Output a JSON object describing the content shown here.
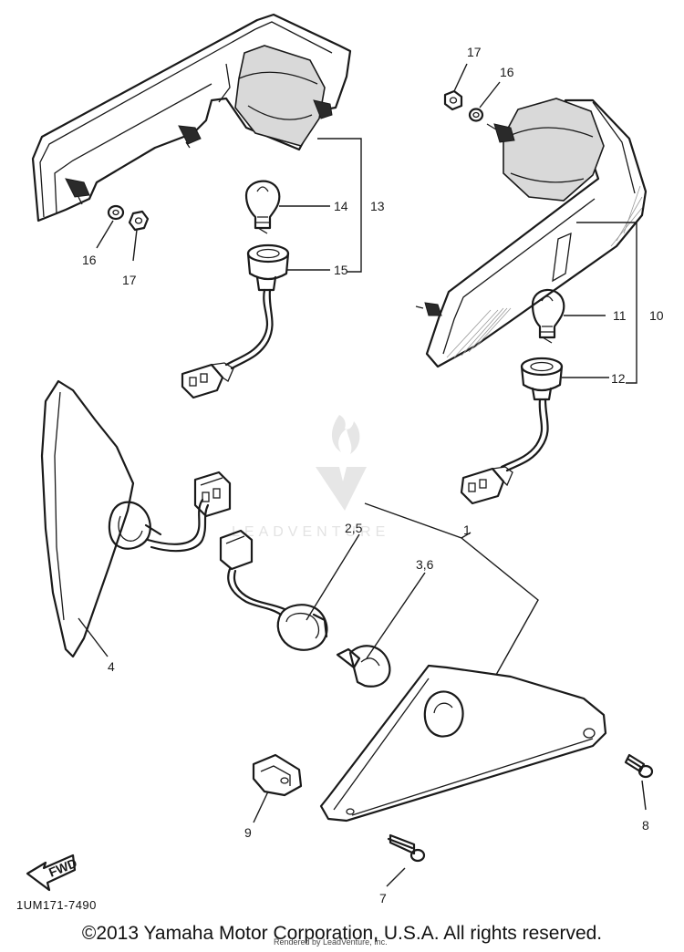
{
  "diagram": {
    "callouts": {
      "c1": "1",
      "c25": "2,5",
      "c36": "3,6",
      "c4": "4",
      "c7": "7",
      "c8": "8",
      "c9": "9",
      "c10": "10",
      "c11": "11",
      "c12": "12",
      "c13": "13",
      "c14": "14",
      "c15": "15",
      "c16a": "16",
      "c16b": "16",
      "c17a": "17",
      "c17b": "17"
    },
    "fwd_label": "FWD",
    "watermark_text": "LEADVENTURE"
  },
  "footer": {
    "diagram_code": "1UM171-7490",
    "copyright": "©2013 Yamaha Motor Corporation, U.S.A. All rights reserved.",
    "rendered_by": "Rendered by LeadVenture, Inc."
  }
}
